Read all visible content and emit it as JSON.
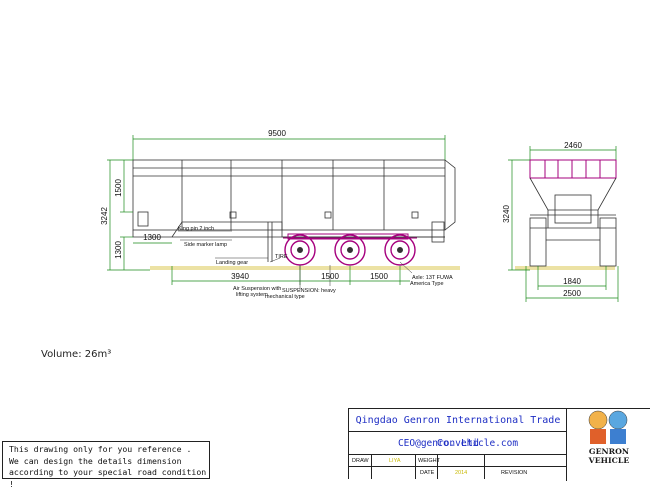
{
  "side_view": {
    "overall_length": "9500",
    "side_height": "1500",
    "total_height": "3242",
    "kingpin_height": "1300",
    "front_overhang": "1300",
    "kingpin_to_axle": "3940",
    "axle_spacing_1": "1500",
    "axle_spacing_2": "1500",
    "callouts": {
      "kingpin": "King pin 2 inch",
      "side_marker": "Side marker lamp",
      "landing_gear": "Landing gear",
      "tire": "TIRE",
      "air_suspension_line1": "Air Suspension with",
      "air_suspension_line2": "lifting system",
      "suspension_line1": "SUSPENSION: heavy",
      "suspension_line2": "mechanical type",
      "axle_line1": "Axle: 13T FUWA",
      "axle_line2": "America Type"
    }
  },
  "rear_view": {
    "top_width": "2460",
    "height": "3240",
    "track_width": "1840",
    "overall_width": "2500"
  },
  "volume": {
    "label": "Volume:",
    "value": "26m³"
  },
  "note": {
    "line1": "This drawing only for you reference .",
    "line2": "We can design the details dimension",
    "line3": "according to your special road condition !"
  },
  "title_block": {
    "company": "Qingdao Genron International Trade Co. Ltd",
    "email": "CEO@genronvehicle.com",
    "draw_label": "DRAW",
    "draw_value": "LIYA",
    "weight_label": "WEIGHT",
    "date_label": "DATE",
    "date_value": "2014",
    "revision_label": "REVISION",
    "logo_text": "GENRON VEHICLE"
  },
  "colors": {
    "body_line": "#333333",
    "dimension_line": "#1a8a1a",
    "wheel": "#a6007e",
    "text_blue": "#1f2fc4",
    "ground": "#e8dc8a"
  }
}
